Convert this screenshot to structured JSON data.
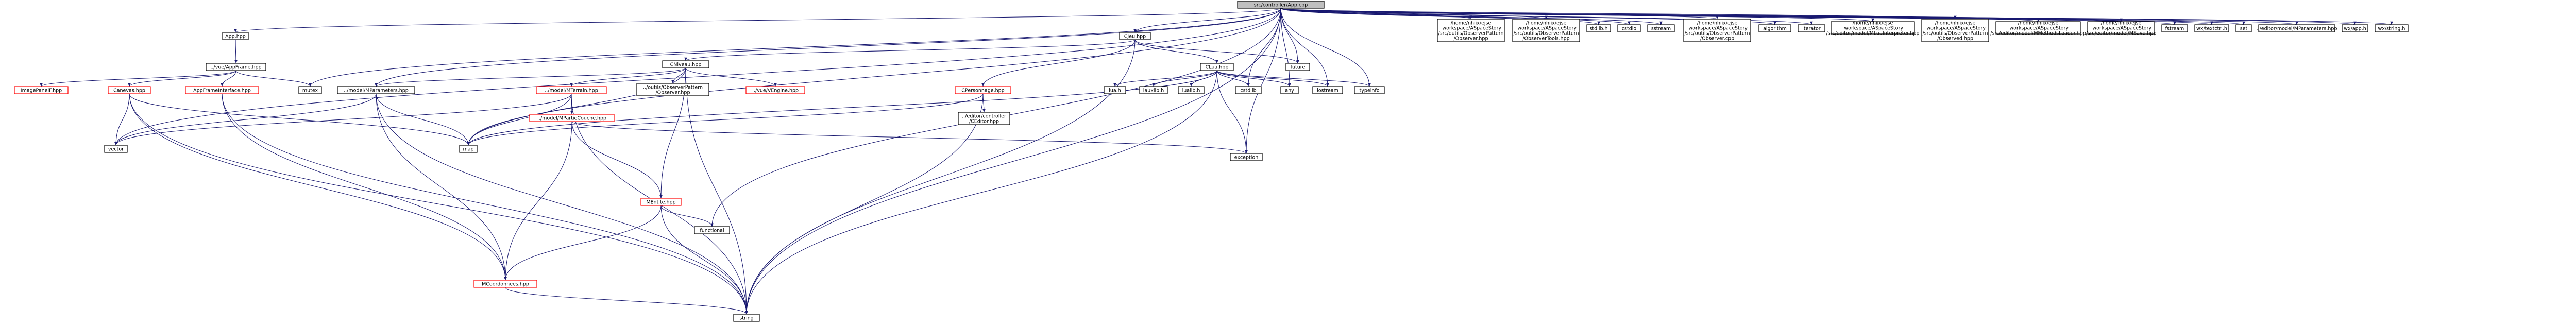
{
  "colors": {
    "root_fill": "#bfbfbf",
    "root_stroke": "#000000",
    "node_fill": "#ffffff",
    "node_stroke": "#000000",
    "missing_stroke": "#ff0000",
    "edge": "#191970"
  },
  "nodes": [
    {
      "id": "root",
      "label": "src/controller/App.cpp",
      "kind": "root"
    },
    {
      "id": "apphpp",
      "label": "App.hpp",
      "kind": "normal"
    },
    {
      "id": "appframe",
      "label": "../vue/AppFrame.hpp",
      "kind": "normal"
    },
    {
      "id": "imagepanelf",
      "label": "ImagePanelF.hpp",
      "kind": "missing"
    },
    {
      "id": "canevas",
      "label": "Canevas.hpp",
      "kind": "missing"
    },
    {
      "id": "appframeiface",
      "label": "AppFrameInterface.hpp",
      "kind": "missing"
    },
    {
      "id": "mutex",
      "label": "mutex",
      "kind": "normal"
    },
    {
      "id": "vector",
      "label": "vector",
      "kind": "normal"
    },
    {
      "id": "mparameters",
      "label": "../model/MParameters.hpp",
      "kind": "normal"
    },
    {
      "id": "map",
      "label": "map",
      "kind": "normal"
    },
    {
      "id": "mcoordonnees",
      "label": "MCoordonnees.hpp",
      "kind": "missing"
    },
    {
      "id": "cnouveau",
      "label": "CNiveau.hpp",
      "kind": "normal"
    },
    {
      "id": "mterrain",
      "label": "../model/MTerrain.hpp",
      "kind": "missing"
    },
    {
      "id": "observerhpp",
      "label": "../outils/ObserverPattern\n/Observer.hpp",
      "kind": "normal"
    },
    {
      "id": "vengine",
      "label": "../vue/VEngine.hpp",
      "kind": "missing"
    },
    {
      "id": "mpartiecouche",
      "label": "../model/MPartieCouche.hpp",
      "kind": "missing"
    },
    {
      "id": "mentite",
      "label": "MEntite.hpp",
      "kind": "missing"
    },
    {
      "id": "functional",
      "label": "functional",
      "kind": "normal"
    },
    {
      "id": "string",
      "label": "string",
      "kind": "normal"
    },
    {
      "id": "cjeu",
      "label": "CJeu.hpp",
      "kind": "normal"
    },
    {
      "id": "cpersonnage",
      "label": "CPersonnage.hpp",
      "kind": "missing"
    },
    {
      "id": "ceditor",
      "label": "../editor/controller\n/CEditor.hpp",
      "kind": "normal"
    },
    {
      "id": "exception",
      "label": "exception",
      "kind": "normal"
    },
    {
      "id": "cluahpp",
      "label": "CLua.hpp",
      "kind": "normal"
    },
    {
      "id": "luah",
      "label": "lua.h",
      "kind": "normal"
    },
    {
      "id": "lauxlibh",
      "label": "lauxlib.h",
      "kind": "normal"
    },
    {
      "id": "lualibh",
      "label": "lualib.h",
      "kind": "normal"
    },
    {
      "id": "cstdlib",
      "label": "cstdlib",
      "kind": "normal"
    },
    {
      "id": "any",
      "label": "any",
      "kind": "normal"
    },
    {
      "id": "iostream",
      "label": "iostream",
      "kind": "normal"
    },
    {
      "id": "typeinfo",
      "label": "typeinfo",
      "kind": "normal"
    },
    {
      "id": "future",
      "label": "future",
      "kind": "normal"
    },
    {
      "id": "obs1",
      "label": "/home/nhiix/ejse\n-workspace/ASpaceStory\n/src/outils/ObserverPattern\n/Observer.hpp",
      "kind": "normal"
    },
    {
      "id": "obs2",
      "label": "/home/nhiix/ejse\n-workspace/ASpaceStory\n/src/outils/ObserverPattern\n/ObserverTools.hpp",
      "kind": "normal"
    },
    {
      "id": "stdlibh",
      "label": "stdlib.h",
      "kind": "normal"
    },
    {
      "id": "cstdio",
      "label": "cstdio",
      "kind": "normal"
    },
    {
      "id": "sstream",
      "label": "sstream",
      "kind": "normal"
    },
    {
      "id": "obs3",
      "label": "/home/nhiix/ejse\n-workspace/ASpaceStory\n/src/outils/ObserverPattern\n/Observer.cpp",
      "kind": "normal"
    },
    {
      "id": "algorithm",
      "label": "algorithm",
      "kind": "normal"
    },
    {
      "id": "iterator",
      "label": "iterator",
      "kind": "normal"
    },
    {
      "id": "mluainterp",
      "label": "/home/nhiix/ejse\n-workspace/ASpaceStory\n/src/editor/model/MLuaInterpreter.hpp",
      "kind": "normal"
    },
    {
      "id": "obs4",
      "label": "/home/nhiix/ejse\n-workspace/ASpaceStory\n/src/outils/ObserverPattern\n/Observed.hpp",
      "kind": "normal"
    },
    {
      "id": "mmethodsloader",
      "label": "/home/nhiix/ejse\n-workspace/ASpaceStory\n/src/editor/model/MMethodsLoader.hpp",
      "kind": "normal"
    },
    {
      "id": "msave",
      "label": "/home/nhiix/ejse\n-workspace/ASpaceStory\n/src/editor/model/MSave.hpp",
      "kind": "normal"
    },
    {
      "id": "fstream",
      "label": "fstream",
      "kind": "normal"
    },
    {
      "id": "wxtextctrl",
      "label": "wx/textctrl.h",
      "kind": "normal"
    },
    {
      "id": "set",
      "label": "set",
      "kind": "normal"
    },
    {
      "id": "editormparams",
      "label": "../editor/model/MParameters.hpp",
      "kind": "normal"
    },
    {
      "id": "wxapp",
      "label": "wx/app.h",
      "kind": "normal"
    },
    {
      "id": "wxstring",
      "label": "wx/string.h",
      "kind": "normal"
    }
  ]
}
